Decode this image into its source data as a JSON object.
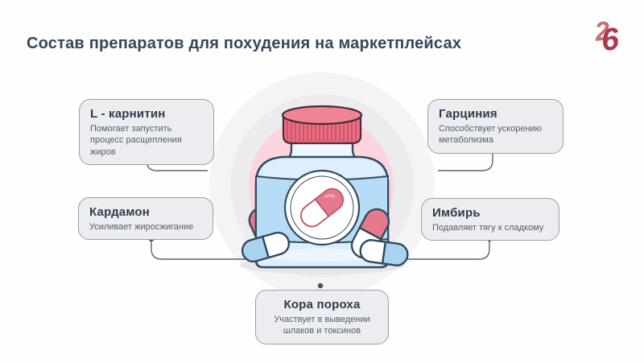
{
  "page": {
    "title": "Состав препаратов для похудения на маркетплейсах"
  },
  "logo": {
    "digit_left": "2",
    "digit_right": "6",
    "color_left": "#c4707b",
    "color_right": "#ad3a4c"
  },
  "callouts": [
    {
      "id": "l-carnitine",
      "title": "L - карнитин",
      "desc": "Помогает запустить процесс расщепления жиров",
      "position": "top-left"
    },
    {
      "id": "cardamom",
      "title": "Кардамон",
      "desc": "Усиливает жиросжигание",
      "position": "middle-left"
    },
    {
      "id": "garcinia",
      "title": "Гарциния",
      "desc": "Способствует ускорению метаболизма",
      "position": "top-right"
    },
    {
      "id": "ginger",
      "title": "Имбирь",
      "desc": "Подавляет тягу к сладкому",
      "position": "middle-right"
    },
    {
      "id": "gunpowder-bark",
      "title": "Кора пороха",
      "desc": "Участвует в выведении шлаков и токсинов",
      "position": "bottom-center"
    }
  ],
  "illustration": {
    "name": "pill-bottle-with-capsules",
    "colors": {
      "outer_circle": "#f4f4f6",
      "middle_circle": "#ececef",
      "pink_circle": "#fad5dd",
      "bottle_body": "#ddeffc",
      "bottle_label_band": "#b7dcf5",
      "cap_red": "#e96e80",
      "capsule_red": "#e7798c",
      "capsule_blue": "#a9d4f1",
      "outline": "#33495e",
      "connector_line": "#5a626e",
      "box_fill": "#ebedf0",
      "box_border": "#9aa0a9",
      "title_text": "#36465a",
      "desc_text": "#545d69"
    }
  }
}
